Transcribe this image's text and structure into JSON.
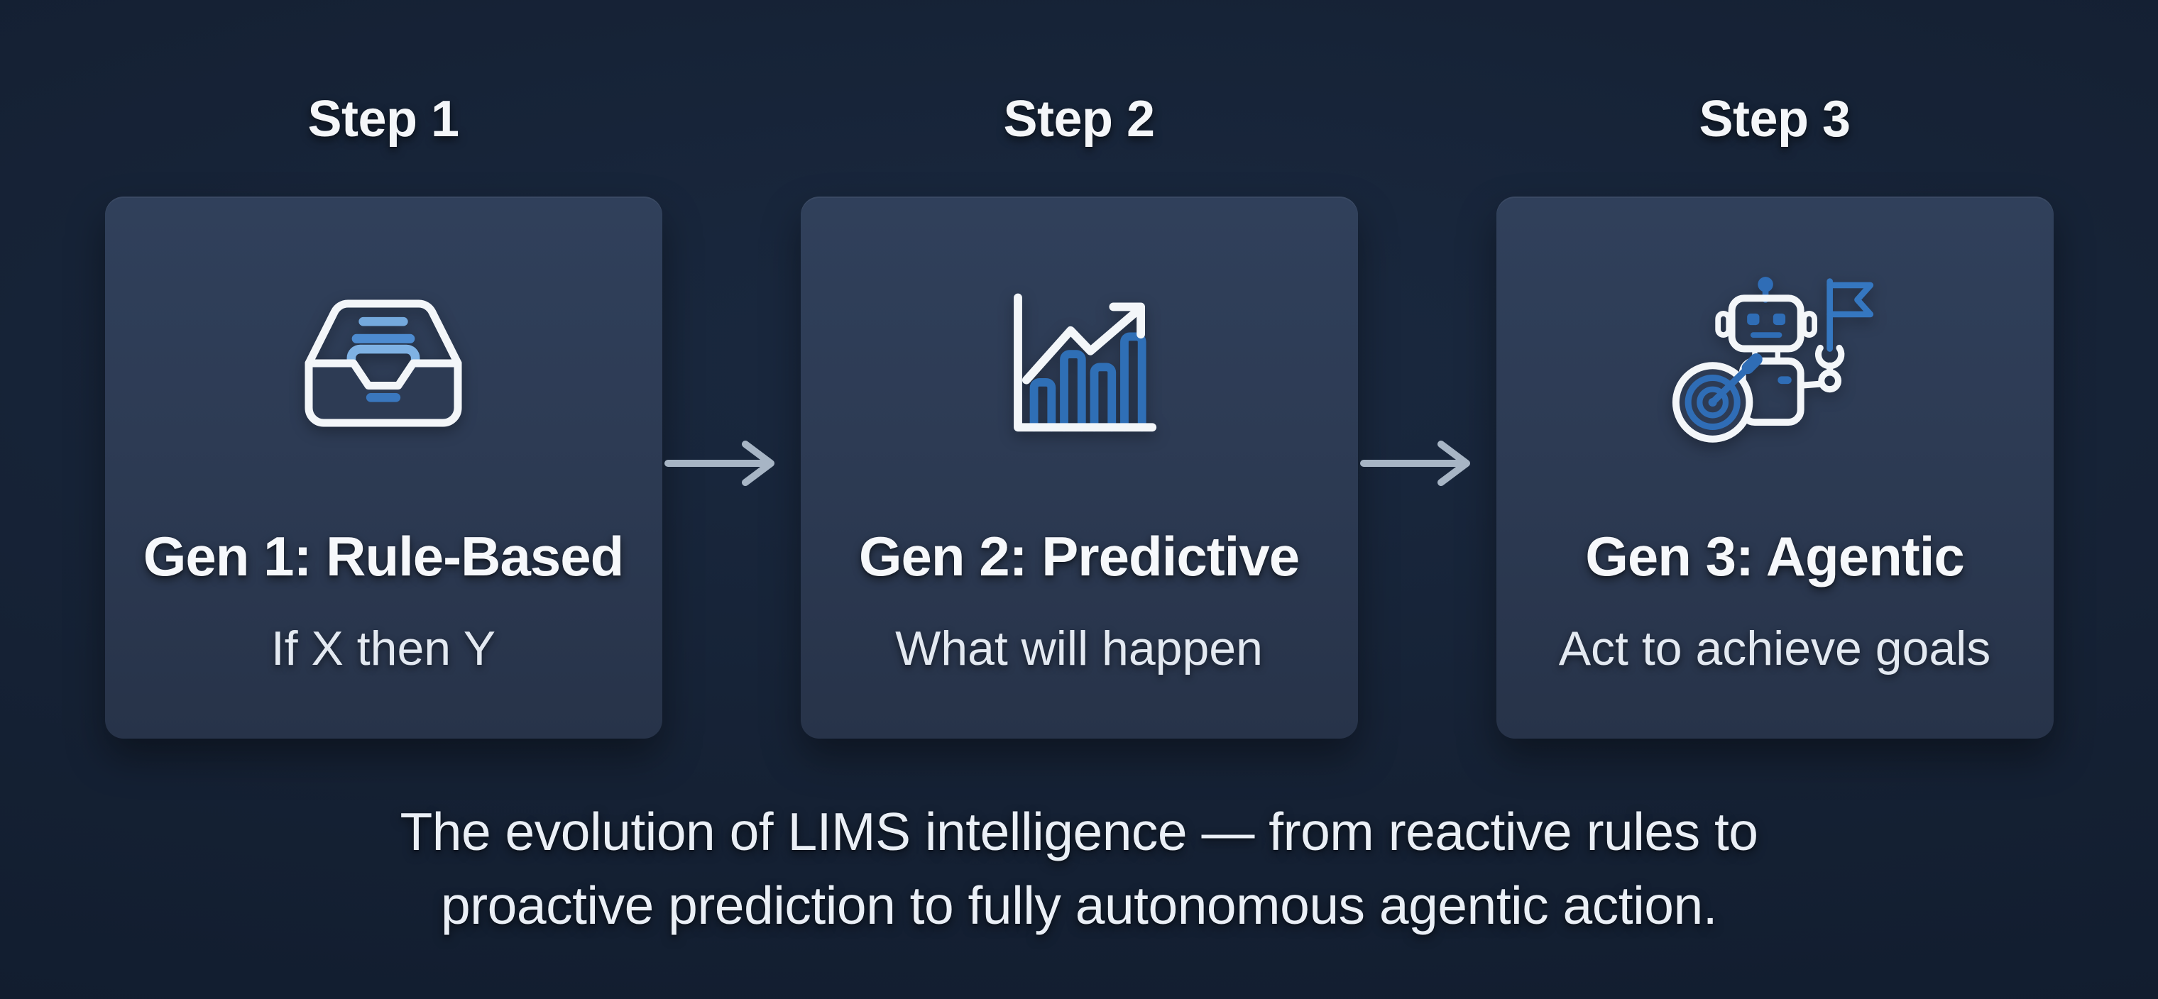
{
  "steps": [
    {
      "step_label": "Step 1",
      "title": "Gen 1: Rule-Based",
      "subtitle": "If X then Y",
      "icon": "inbox-documents-icon"
    },
    {
      "step_label": "Step 2",
      "title": "Gen 2: Predictive",
      "subtitle": "What will happen",
      "icon": "bar-chart-trend-icon"
    },
    {
      "step_label": "Step 3",
      "title": "Gen 3: Agentic",
      "subtitle": "Act to achieve goals",
      "icon": "robot-target-flag-icon"
    }
  ],
  "arrows": [
    {
      "icon": "arrow-right-icon"
    },
    {
      "icon": "arrow-right-icon"
    }
  ],
  "caption": {
    "line1": "The evolution of LIMS intelligence — from reactive rules to",
    "line2": "proactive prediction to fully autonomous agentic action."
  },
  "colors": {
    "background": "#152134",
    "card": "#2d3b54",
    "accent_blue": "#2f6fb6",
    "light_blue": "#74a9dd",
    "icon_white": "#f3f6f9",
    "text_primary": "#f6f8fb",
    "text_secondary": "#e3e9f1",
    "arrow": "#a7b5c5"
  }
}
